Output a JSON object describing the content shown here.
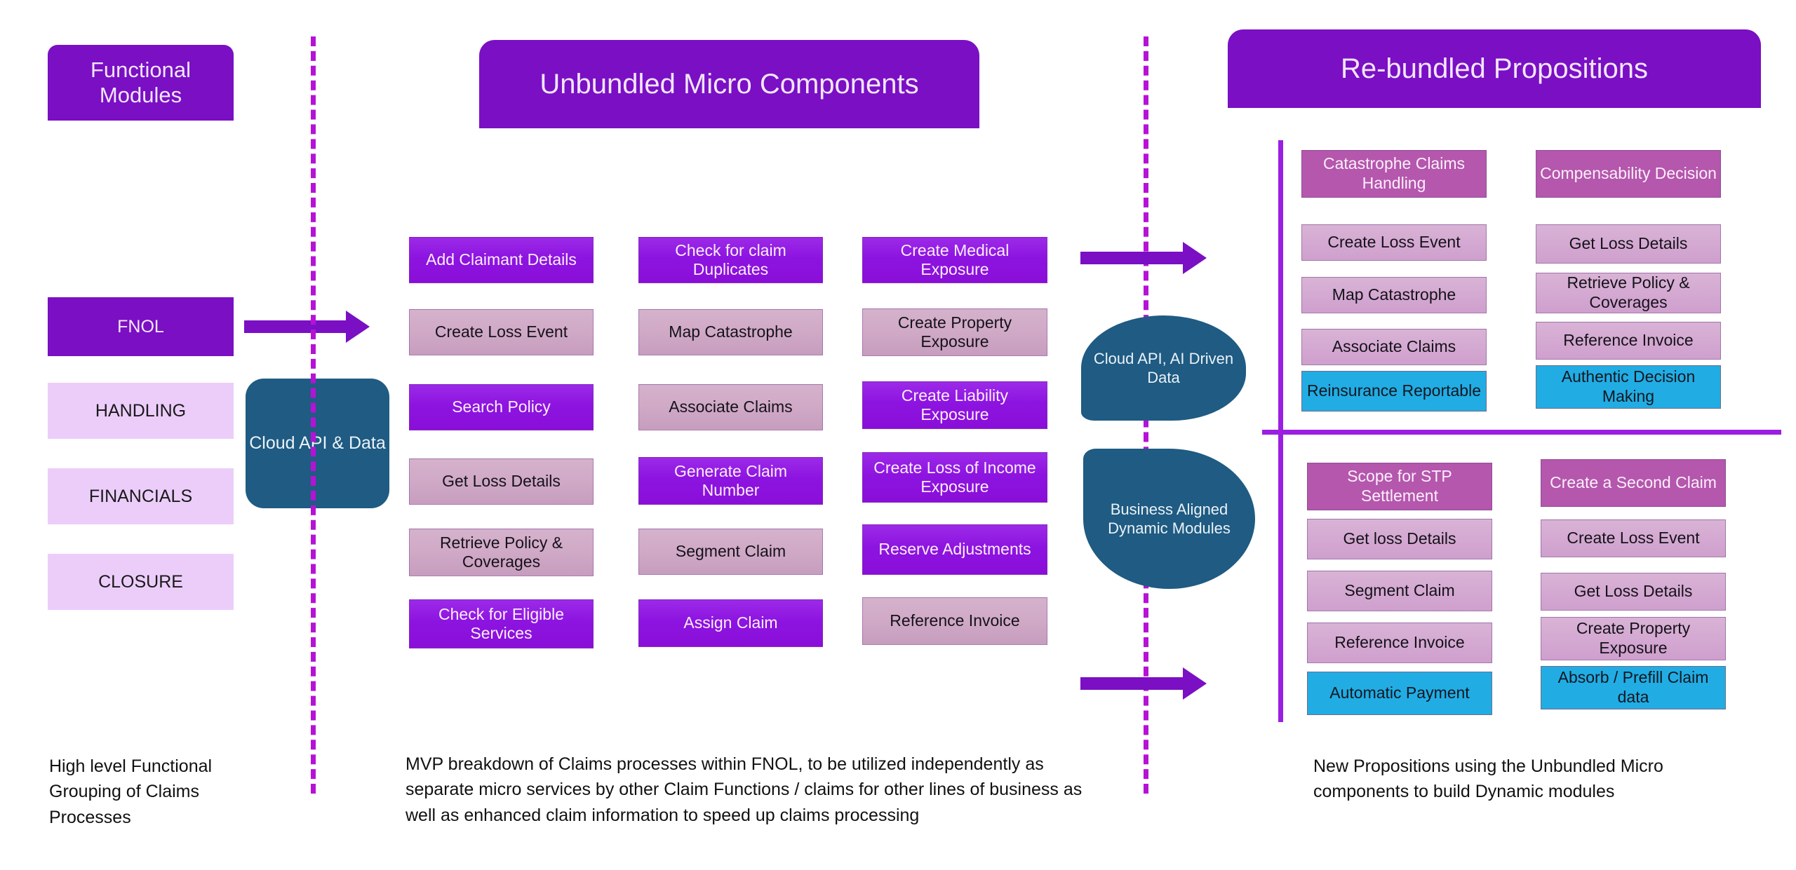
{
  "sections": {
    "functional_modules": {
      "title": "Functional Modules",
      "modules": [
        {
          "label": "FNOL",
          "style": "dark"
        },
        {
          "label": "HANDLING",
          "style": "light"
        },
        {
          "label": "FINANCIALS",
          "style": "light"
        },
        {
          "label": "CLOSURE",
          "style": "light"
        }
      ],
      "caption": "High level Functional Grouping of Claims Processes"
    },
    "unbundled_micro_components": {
      "title": "Unbundled Micro Components",
      "columns": [
        {
          "items": [
            {
              "label": "Add Claimant Details",
              "style": "purple"
            },
            {
              "label": "Create Loss Event",
              "style": "mauve"
            },
            {
              "label": "Search Policy",
              "style": "purple"
            },
            {
              "label": "Get Loss Details",
              "style": "mauve"
            },
            {
              "label": "Retrieve Policy & Coverages",
              "style": "mauve"
            },
            {
              "label": "Check for Eligible Services",
              "style": "purple"
            }
          ]
        },
        {
          "items": [
            {
              "label": "Check for claim Duplicates",
              "style": "purple"
            },
            {
              "label": "Map Catastrophe",
              "style": "mauve"
            },
            {
              "label": "Associate Claims",
              "style": "mauve"
            },
            {
              "label": "Generate Claim Number",
              "style": "purple"
            },
            {
              "label": "Segment Claim",
              "style": "mauve"
            },
            {
              "label": "Assign Claim",
              "style": "purple"
            }
          ]
        },
        {
          "items": [
            {
              "label": "Create Medical Exposure",
              "style": "purple"
            },
            {
              "label": "Create Property Exposure",
              "style": "mauve"
            },
            {
              "label": "Create Liability Exposure",
              "style": "purple"
            },
            {
              "label": "Create Loss of Income Exposure",
              "style": "purple"
            },
            {
              "label": "Reserve Adjustments",
              "style": "purple"
            },
            {
              "label": "Reference Invoice",
              "style": "mauve"
            }
          ]
        }
      ],
      "caption": "MVP breakdown of Claims processes within FNOL, to be utilized independently  as separate micro services by other Claim Functions /  claims for other lines of business as well as enhanced claim information to speed up claims processing"
    },
    "rebundled_propositions": {
      "title": "Re-bundled Propositions",
      "groups": [
        {
          "header": "Catastrophe Claims Handling",
          "items": [
            {
              "label": "Create Loss Event",
              "style": "body"
            },
            {
              "label": "Map Catastrophe",
              "style": "body"
            },
            {
              "label": "Associate Claims",
              "style": "body"
            },
            {
              "label": "Reinsurance Reportable",
              "style": "blue"
            }
          ]
        },
        {
          "header": "Compensability Decision",
          "items": [
            {
              "label": "Get Loss Details",
              "style": "body"
            },
            {
              "label": "Retrieve Policy & Coverages",
              "style": "body"
            },
            {
              "label": "Reference Invoice",
              "style": "body"
            },
            {
              "label": "Authentic Decision Making",
              "style": "blue"
            }
          ]
        },
        {
          "header": "Scope for STP Settlement",
          "items": [
            {
              "label": "Get loss Details",
              "style": "body"
            },
            {
              "label": "Segment Claim",
              "style": "body"
            },
            {
              "label": "Reference Invoice",
              "style": "body"
            },
            {
              "label": "Automatic Payment",
              "style": "blue"
            }
          ]
        },
        {
          "header": "Create a Second Claim",
          "items": [
            {
              "label": "Create Loss Event",
              "style": "body"
            },
            {
              "label": "Get Loss Details",
              "style": "body"
            },
            {
              "label": "Create Property Exposure",
              "style": "body"
            },
            {
              "label": "Absorb / Prefill Claim data",
              "style": "blue"
            }
          ]
        }
      ],
      "caption": "New Propositions using the Unbundled Micro components to build Dynamic modules"
    }
  },
  "connectors": {
    "cloud_api_data": "Cloud API & Data",
    "cloud_api_ai": "Cloud API, AI Driven Data",
    "business_aligned": "Business Aligned Dynamic Modules"
  },
  "colors": {
    "brand_purple": "#7a0fc4",
    "accent_magenta": "#b612d6",
    "teal": "#1f5b82",
    "blue": "#22ace4",
    "mauve": "#cfa8c6",
    "orchid": "#b457ad",
    "light_lilac": "#eccdfa"
  }
}
